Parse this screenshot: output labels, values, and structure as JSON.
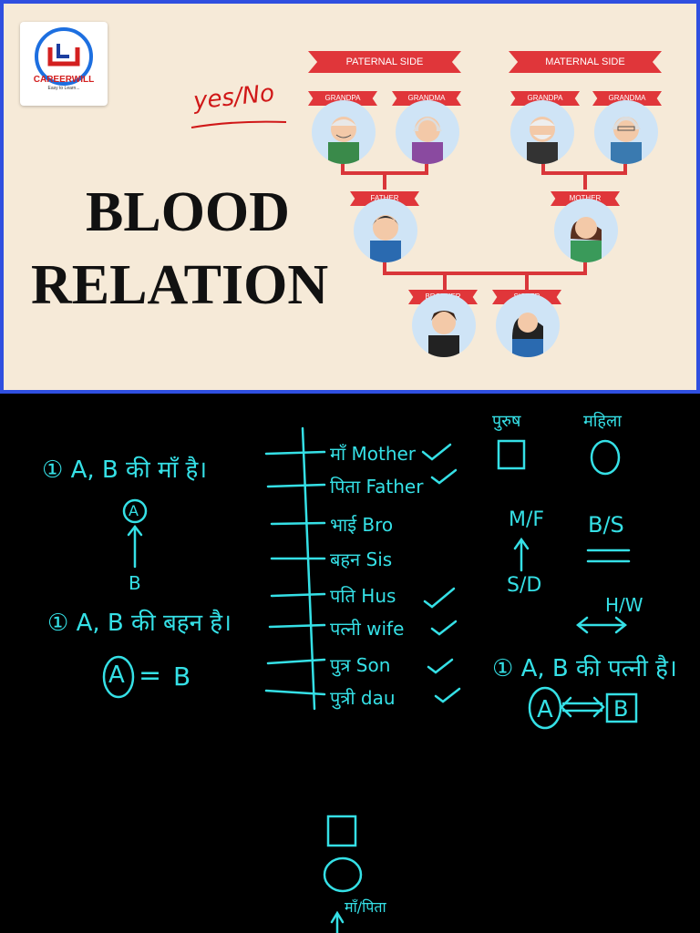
{
  "logo": {
    "name": "CAREERWILL",
    "tagline": "Easy to Learn..."
  },
  "header_note": "yes/No",
  "title": {
    "line1": "BLOOD",
    "line2": "RELATION"
  },
  "family_tree": {
    "paternal_label": "PATERNAL SIDE",
    "maternal_label": "MATERNAL SIDE",
    "paternal_grandpa": "GRANDPA",
    "paternal_grandma": "GRANDMA",
    "maternal_grandpa": "GRANDPA",
    "maternal_grandma": "GRANDMA",
    "father": "FATHER",
    "mother": "MOTHER",
    "brother": "BROTHER",
    "sister": "SISTER"
  },
  "notes": {
    "statement1": "① A, B की माँ है।",
    "arrow_top": "A",
    "arrow_bottom": "B",
    "statement2": "① A, B की बहन है।",
    "eq_left": "A",
    "eq_mid": "=",
    "eq_right": "B",
    "list": [
      "माँ Mother",
      "पिता Father",
      "भाई Bro",
      "बहन Sis",
      "पति Hus",
      "पत्नी wife",
      "पुत्र Son",
      "पुत्री dau"
    ],
    "male_label": "पुरुष",
    "female_label": "महिला",
    "mf": "M/F",
    "bs": "B/S",
    "sd": "S/D",
    "hw": "H/W",
    "statement3": "① A, B की पत्नी है।",
    "rel_left": "A",
    "rel_right": "B",
    "bottom_label": "माँ/पिता"
  },
  "colors": {
    "chalk": "#35e0e6",
    "ribbon": "#e0363a",
    "frame": "#2f4fe0"
  }
}
